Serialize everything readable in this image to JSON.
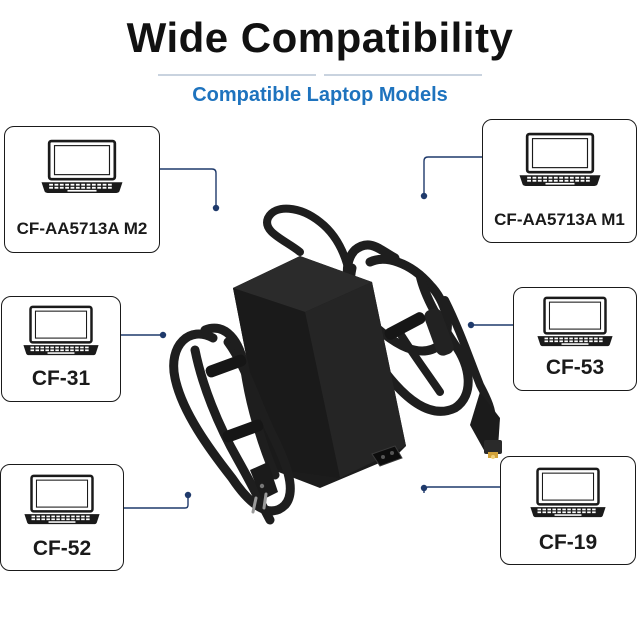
{
  "header": {
    "title": "Wide Compatibility",
    "subtitle": "Compatible Laptop Models"
  },
  "models": [
    {
      "label": "CF-AA5713A M2"
    },
    {
      "label": "CF-AA5713A M1"
    },
    {
      "label": "CF-31"
    },
    {
      "label": "CF-53"
    },
    {
      "label": "CF-52"
    },
    {
      "label": "CF-19"
    }
  ],
  "colors": {
    "accent": "#1e73be",
    "connector": "#1f3a6b",
    "outline": "#1a1a1a",
    "adapter": "#1c1c1c"
  },
  "icons": [
    "laptop-icon",
    "power-adapter-image"
  ]
}
